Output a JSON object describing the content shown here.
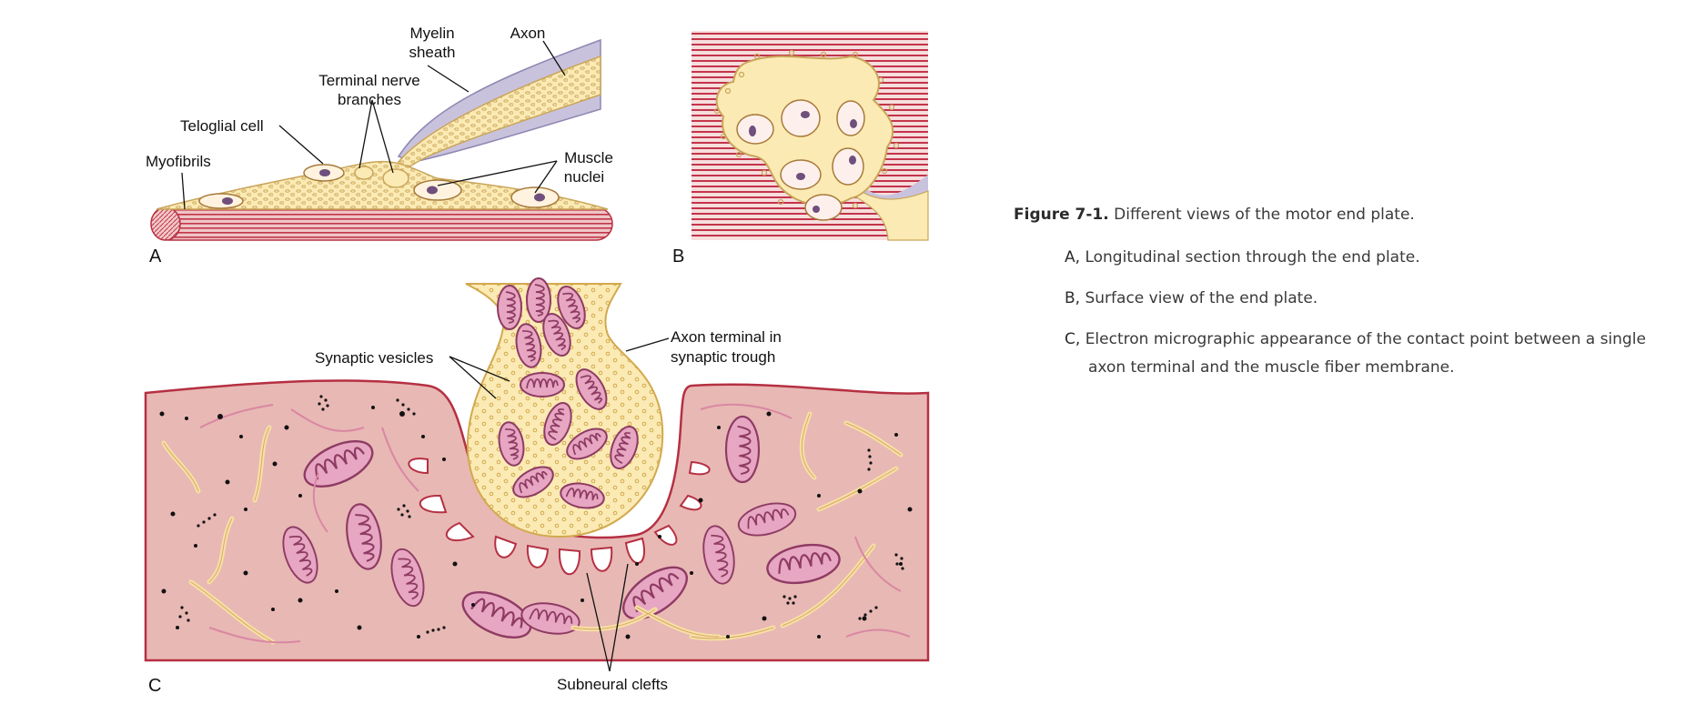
{
  "figure": {
    "panel_a": {
      "letter": "A",
      "labels": {
        "myelin_line1": "Myelin",
        "myelin_line2": "sheath",
        "axon": "Axon",
        "terminal_line1": "Terminal nerve",
        "terminal_line2": "branches",
        "teloglial": "Teloglial cell",
        "myofibrils": "Myofibrils",
        "muscle_line1": "Muscle",
        "muscle_line2": "nuclei"
      }
    },
    "panel_b": {
      "letter": "B"
    },
    "panel_c": {
      "letter": "C",
      "labels": {
        "vesicles": "Synaptic vesicles",
        "axon_terminal_line1": "Axon terminal in",
        "axon_terminal_line2": "synaptic trough",
        "clefts": "Subneural clefts"
      }
    }
  },
  "caption": {
    "figure_label": "Figure 7-1.",
    "title_text": "Different views of the motor end plate.",
    "items": [
      {
        "letter": "A,",
        "text": "Longitudinal section through the end plate."
      },
      {
        "letter": "B,",
        "text": "Surface view of the end plate."
      },
      {
        "letter": "C,",
        "text": "Electron micrographic appearance of the contact point between a single axon terminal and the muscle fiber membrane."
      }
    ]
  },
  "colors": {
    "muscle": "#e8b8b4",
    "muscle_stripe": "#c3344a",
    "nerve": "#fbeab3",
    "nerve_outline": "#c9a55a",
    "myelin": "#c9c2dc",
    "mitochondria": "#e7a6c2",
    "mito_outline": "#8e3b63"
  }
}
